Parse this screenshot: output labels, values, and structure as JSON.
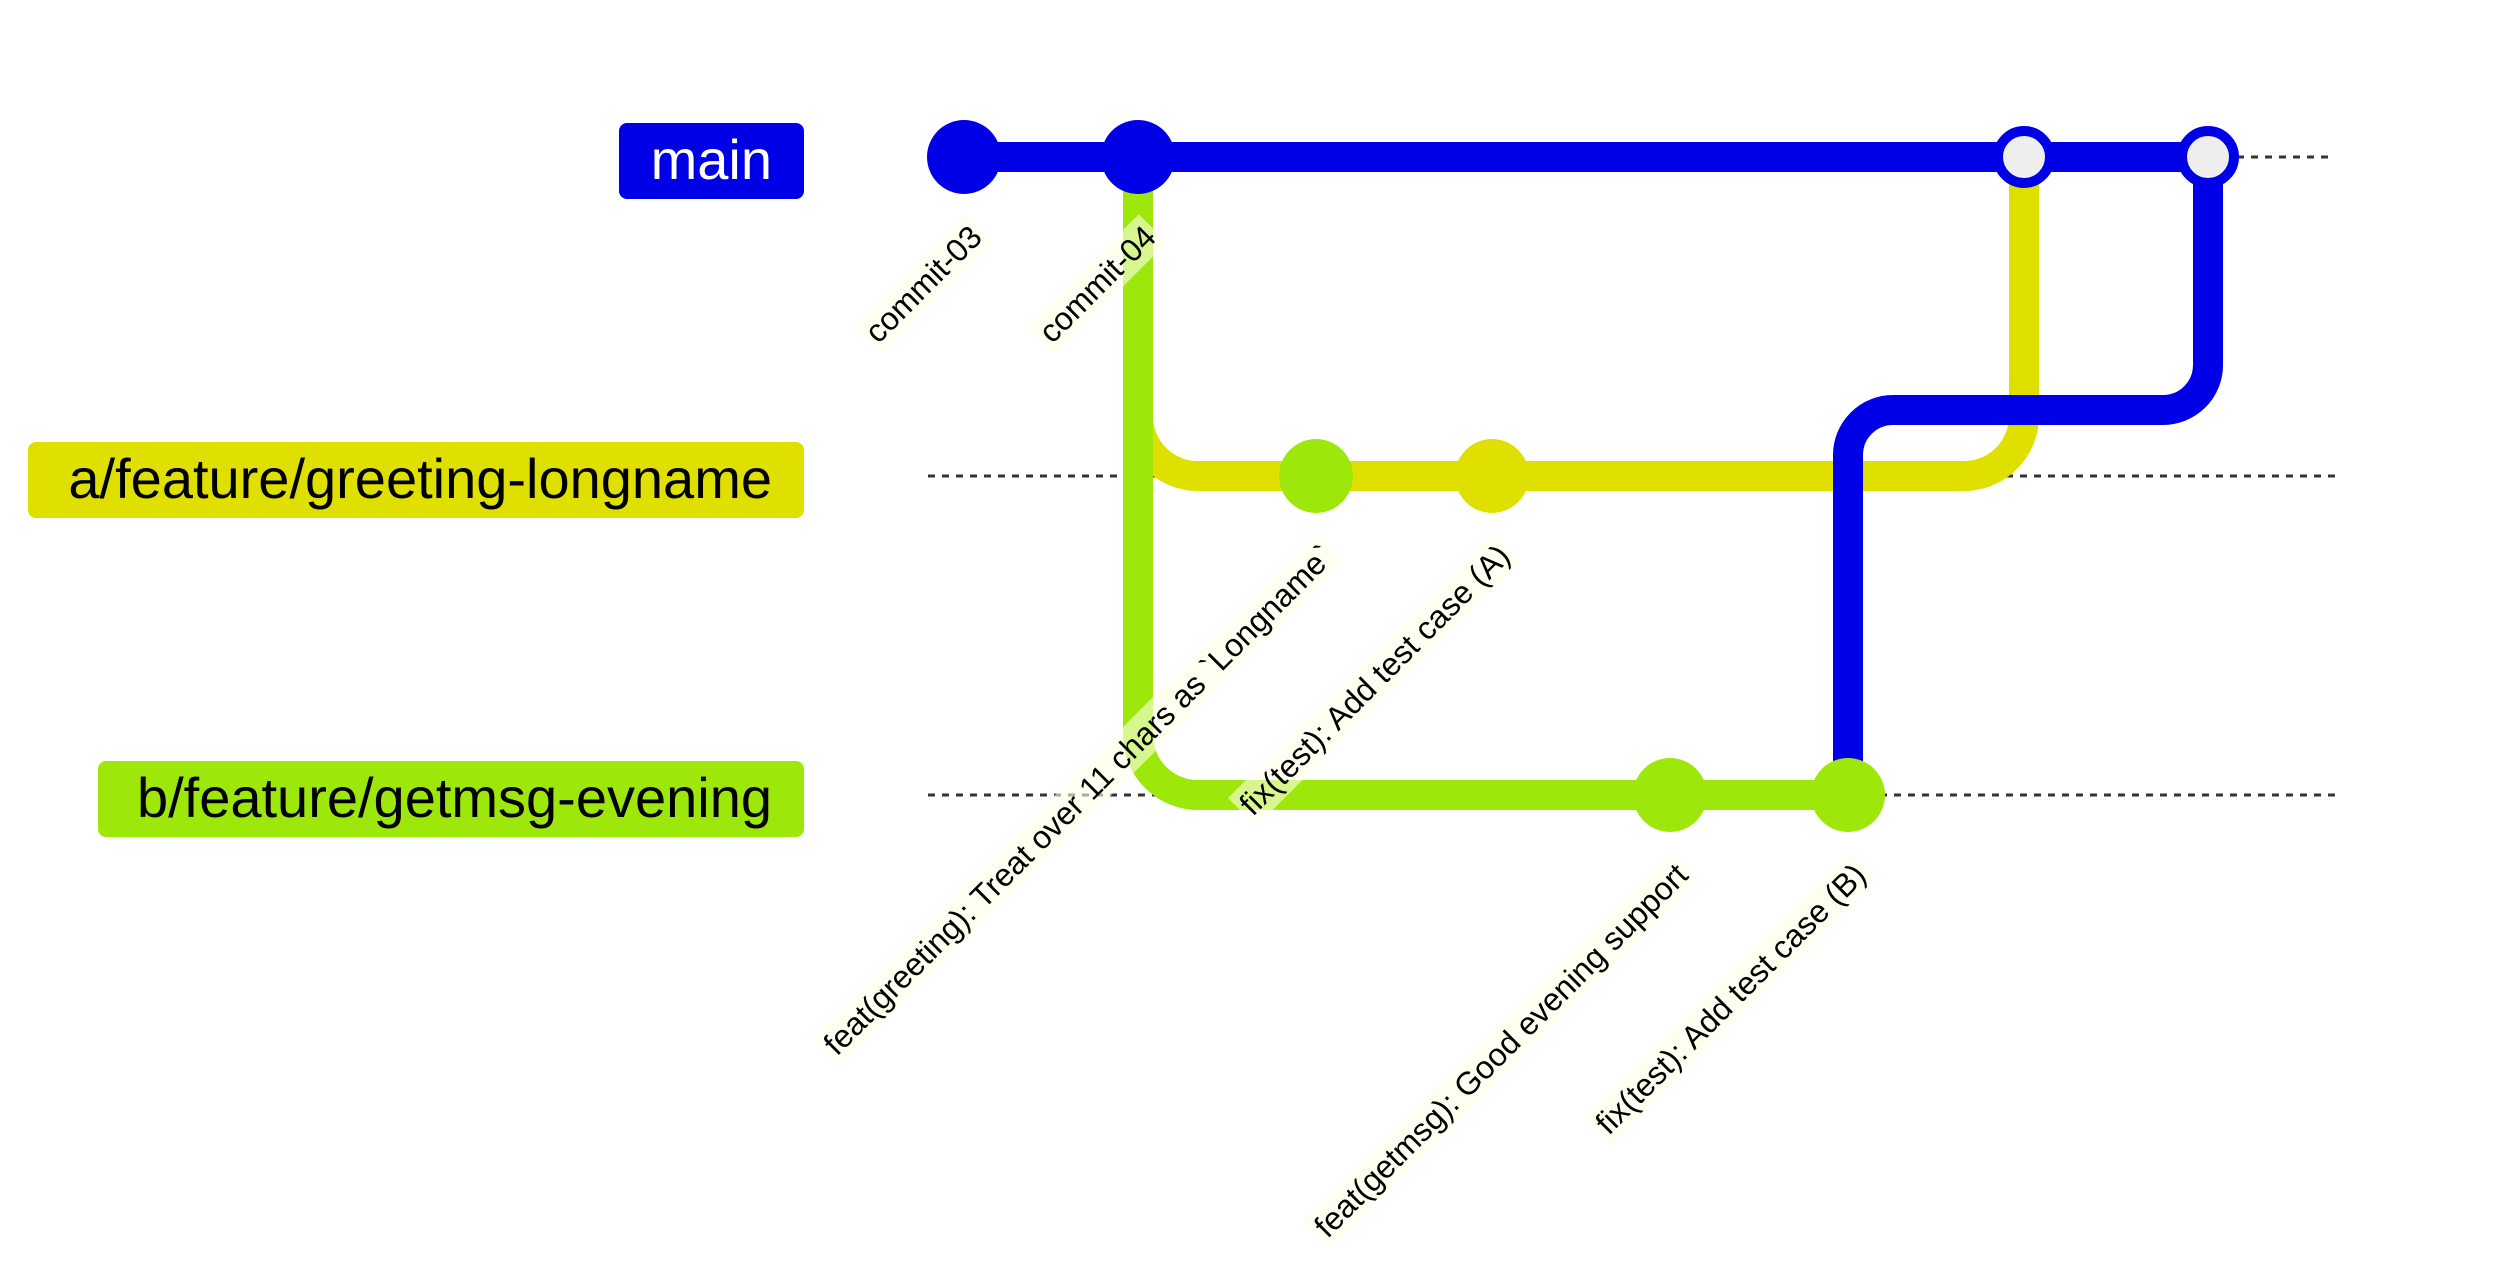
{
  "colors": {
    "main": "#0000e6",
    "feature_a": "#dfe000",
    "feature_b": "#9de80a",
    "merge_fill": "#eeeeee",
    "label_text_main": "#ffffff",
    "label_text_feature": "#000000",
    "message_bg": "#ffffe8",
    "dotted_line": "#333333"
  },
  "branches": [
    {
      "id": "main",
      "label": "main"
    },
    {
      "id": "a",
      "label": "a/feature/greeting-longname"
    },
    {
      "id": "b",
      "label": "b/feature/getmsg-evening"
    }
  ],
  "commits": [
    {
      "id": "c1",
      "branch": "main",
      "message": "commit-03"
    },
    {
      "id": "c2",
      "branch": "main",
      "message": "commit-04"
    },
    {
      "id": "c3",
      "branch": "b",
      "message": "feat(greeting): Treat over 11 chars as `Longname`"
    },
    {
      "id": "c4",
      "branch": "a",
      "message": "fix(test): Add test case (A)"
    },
    {
      "id": "c5",
      "branch": "b",
      "message": "feat(getmsg): Good evening support"
    },
    {
      "id": "c6",
      "branch": "b",
      "message": "fix(test): Add test case (B)"
    },
    {
      "id": "m1",
      "branch": "main",
      "message": "",
      "merge": true
    },
    {
      "id": "m2",
      "branch": "main",
      "message": "",
      "merge": true
    }
  ]
}
